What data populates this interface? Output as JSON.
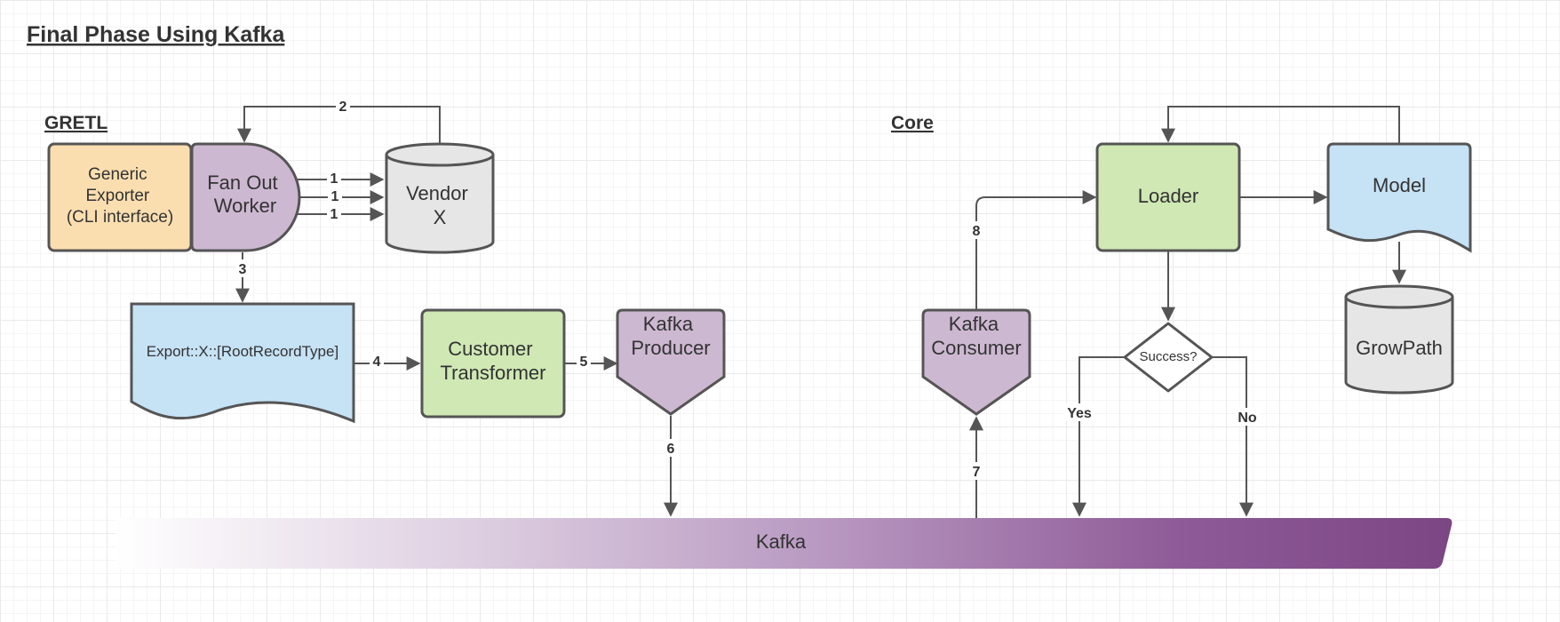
{
  "diagram": {
    "title": "Final Phase Using Kafka",
    "sections": {
      "gretl": "GRETL",
      "core": "Core"
    },
    "nodes": {
      "generic_exporter": [
        "Generic",
        "Exporter",
        "(CLI interface)"
      ],
      "fan_out_worker": [
        "Fan Out",
        "Worker"
      ],
      "vendor_x": [
        "Vendor",
        "X"
      ],
      "export_doc": "Export::X::[RootRecordType]",
      "customer_transformer": [
        "Customer",
        "Transformer"
      ],
      "kafka_producer": [
        "Kafka",
        "Producer"
      ],
      "kafka_consumer": [
        "Kafka",
        "Consumer"
      ],
      "loader": "Loader",
      "model": "Model",
      "growpath": "GrowPath",
      "success": "Success?",
      "kafka_bus": "Kafka"
    },
    "edge_labels": {
      "fan_to_vendor_a": "1",
      "fan_to_vendor_b": "1",
      "fan_to_vendor_c": "1",
      "vendor_to_fan": "2",
      "fan_to_export": "3",
      "export_to_transformer": "4",
      "transformer_to_producer": "5",
      "producer_to_kafka": "6",
      "kafka_to_consumer": "7",
      "consumer_to_loader": "8",
      "yes": "Yes",
      "no": "No"
    },
    "colors": {
      "orange": "#fbdeb0",
      "purple": "#cdb8d1",
      "grey": "#e6e6e6",
      "blue": "#c6e2f5",
      "green": "#cfe8b4",
      "kafka_dark": "#7b4683",
      "stroke": "#555555"
    }
  }
}
